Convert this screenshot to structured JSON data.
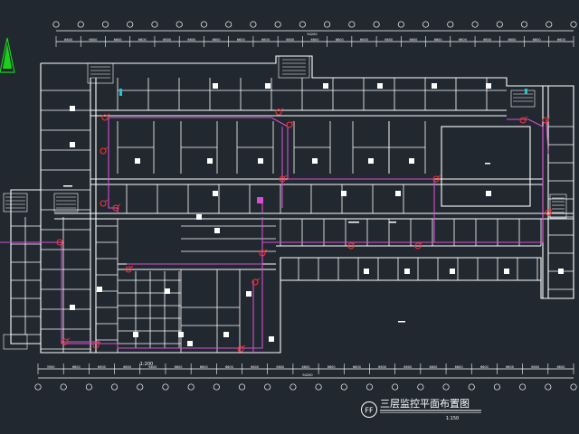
{
  "drawing": {
    "title": "三层监控平面布置图",
    "sheet_symbol": "FF",
    "scale_label": "1:150",
    "inner_scale_label": "1:200",
    "colors": {
      "background": "#212830",
      "wall": "#ffffff",
      "cable_route": "#d64fd0",
      "camera": "#ff3030",
      "north_arrow": "#19d11a",
      "accent": "#19c9d6"
    },
    "top_dims": [
      "6600",
      "6600",
      "6600",
      "6600",
      "6600",
      "6600",
      "6600",
      "6600",
      "6600",
      "6600",
      "6600",
      "6600",
      "6600",
      "6600",
      "6600",
      "6600",
      "6600",
      "6600",
      "6600",
      "6600",
      "6600"
    ],
    "bottom_dims": [
      "3900",
      "6600",
      "6600",
      "6600",
      "6600",
      "6600",
      "6600",
      "6600",
      "6600",
      "6600",
      "6600",
      "6600",
      "6600",
      "6600",
      "6600",
      "6600",
      "6600",
      "6600",
      "6600",
      "6600",
      "6600"
    ],
    "total_dim": "94200"
  }
}
